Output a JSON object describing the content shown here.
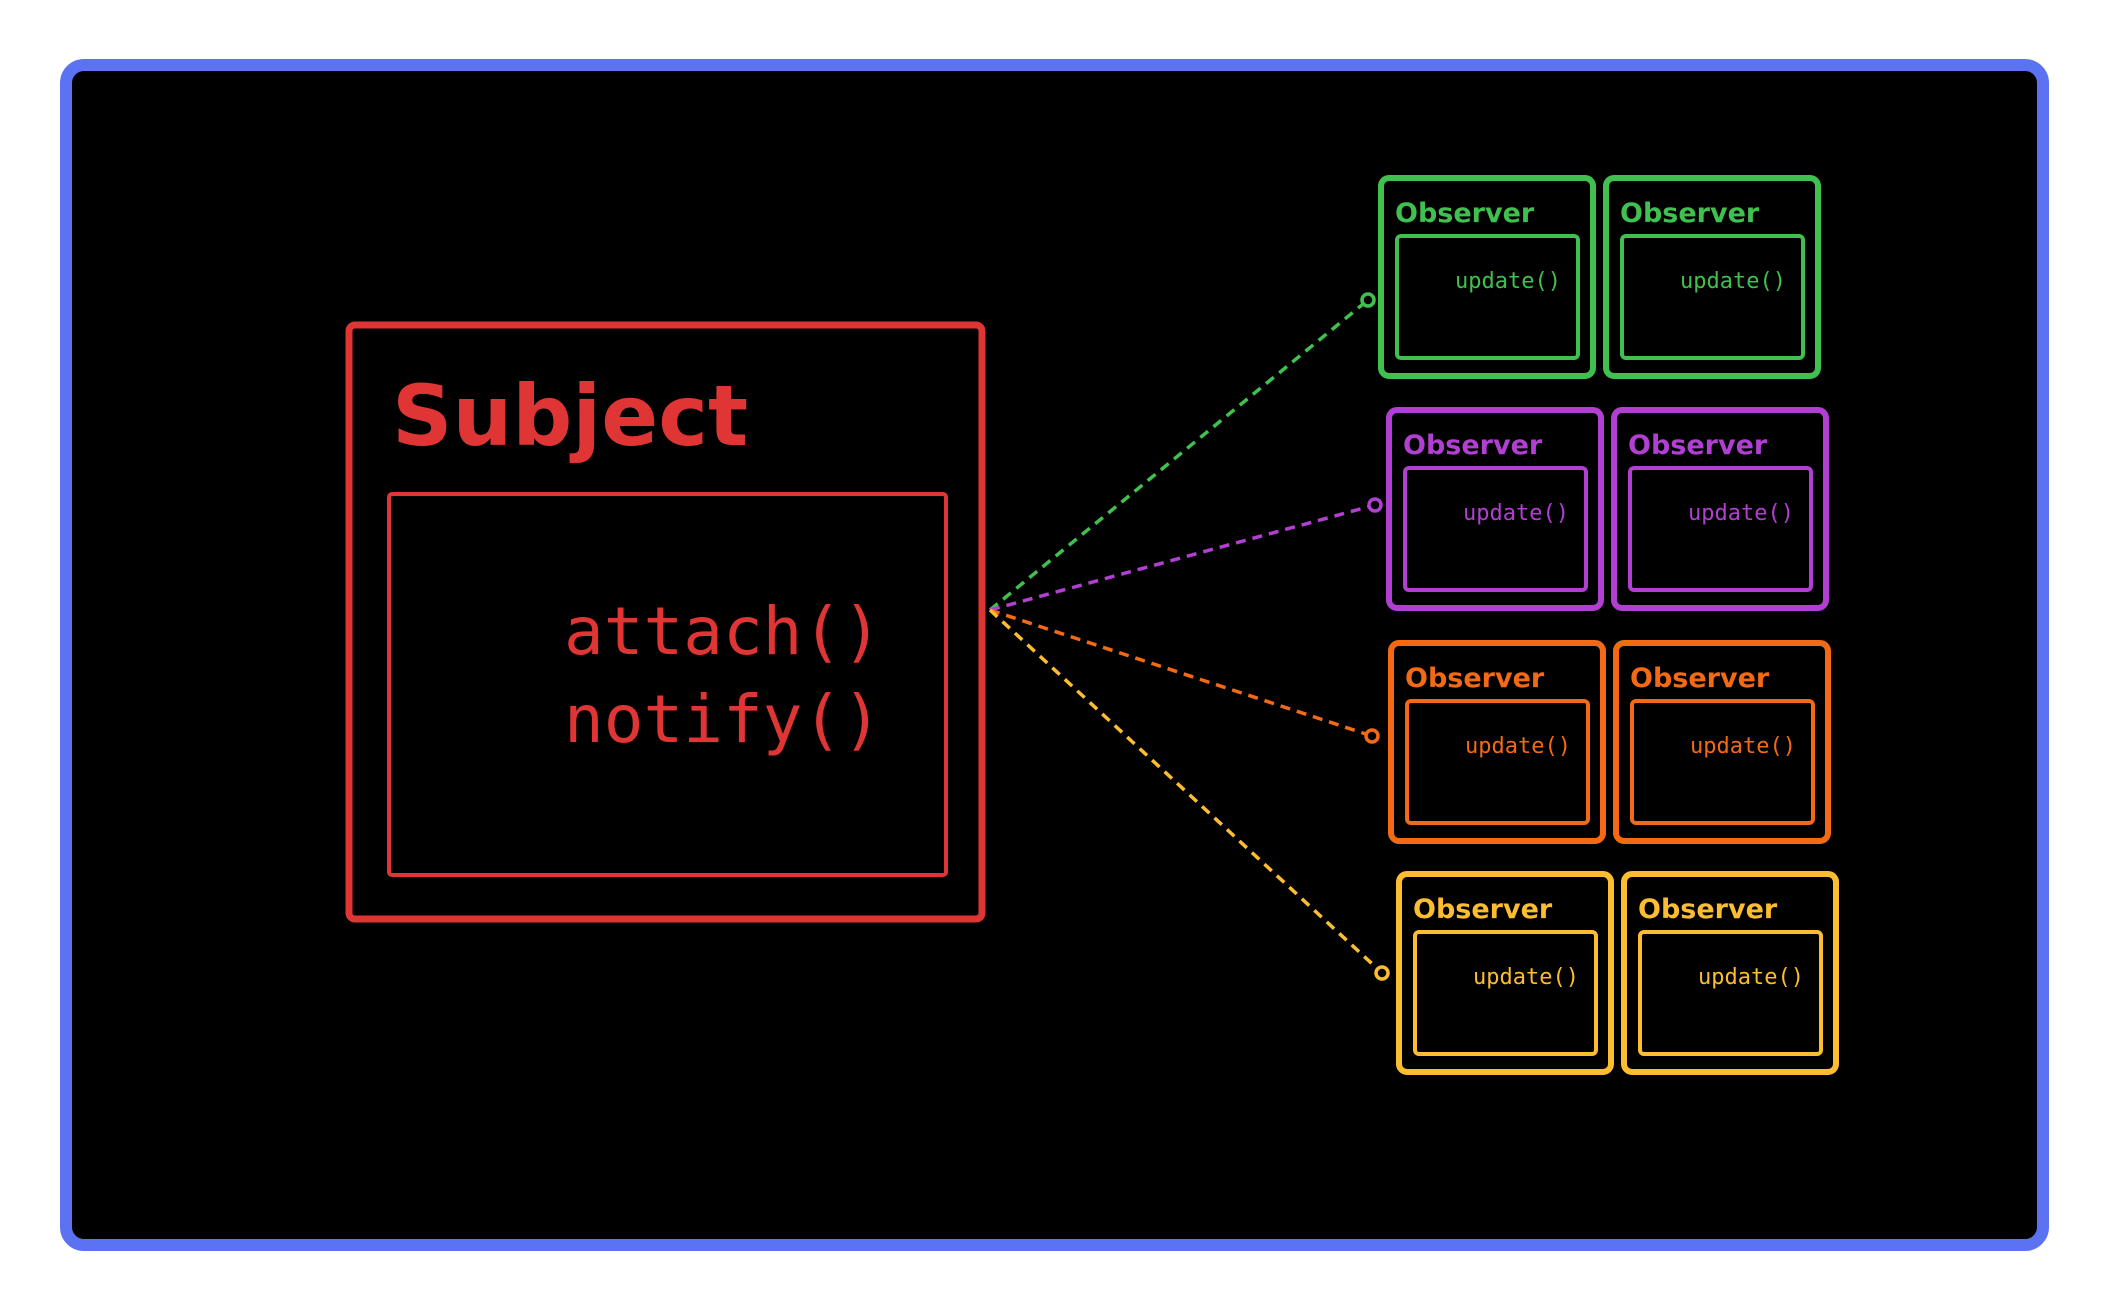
{
  "colors": {
    "frame": "#5b73f2",
    "background": "#000000",
    "subject": "#e03535"
  },
  "subject": {
    "title": "Subject",
    "methods": [
      "attach()",
      "notify()"
    ]
  },
  "observer_groups": [
    {
      "color": "#3fc04f",
      "observers": [
        {
          "title": "Observer",
          "method": "update()"
        },
        {
          "title": "Observer",
          "method": "update()"
        }
      ]
    },
    {
      "color": "#b13fd2",
      "observers": [
        {
          "title": "Observer",
          "method": "update()"
        },
        {
          "title": "Observer",
          "method": "update()"
        }
      ]
    },
    {
      "color": "#f46a14",
      "observers": [
        {
          "title": "Observer",
          "method": "update()"
        },
        {
          "title": "Observer",
          "method": "update()"
        }
      ]
    },
    {
      "color": "#fdbd30",
      "observers": [
        {
          "title": "Observer",
          "method": "update()"
        },
        {
          "title": "Observer",
          "method": "update()"
        }
      ]
    }
  ]
}
